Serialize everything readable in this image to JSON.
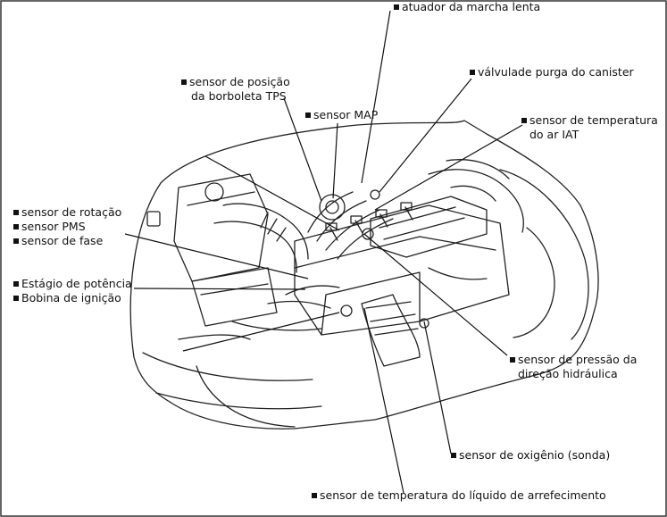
{
  "labels": {
    "idle_actuator": "atuador da marcha lenta",
    "tps_line1": "sensor de posição",
    "tps_line2": "da borboleta TPS",
    "map_sensor": "sensor MAP",
    "canister_valve": "válvulade purga do canister",
    "iat_line1": "sensor de temperatura",
    "iat_line2": "do ar IAT",
    "rotation_sensor": "sensor de rotação",
    "pms_sensor": "sensor PMS",
    "phase_sensor": "sensor de fase",
    "power_stage": "Estágio de potência",
    "ignition_coil": "Bobina de ignição",
    "steering_line1": "sensor de pressão da",
    "steering_line2": "direção hidráulica",
    "oxygen_sensor": "sensor de oxigênio (sonda)",
    "coolant_sensor": "sensor de temperatura do líquido de arrefecimento"
  },
  "colors": {
    "ink": "#111111",
    "background": "#ffffff",
    "frame": "#333333"
  }
}
